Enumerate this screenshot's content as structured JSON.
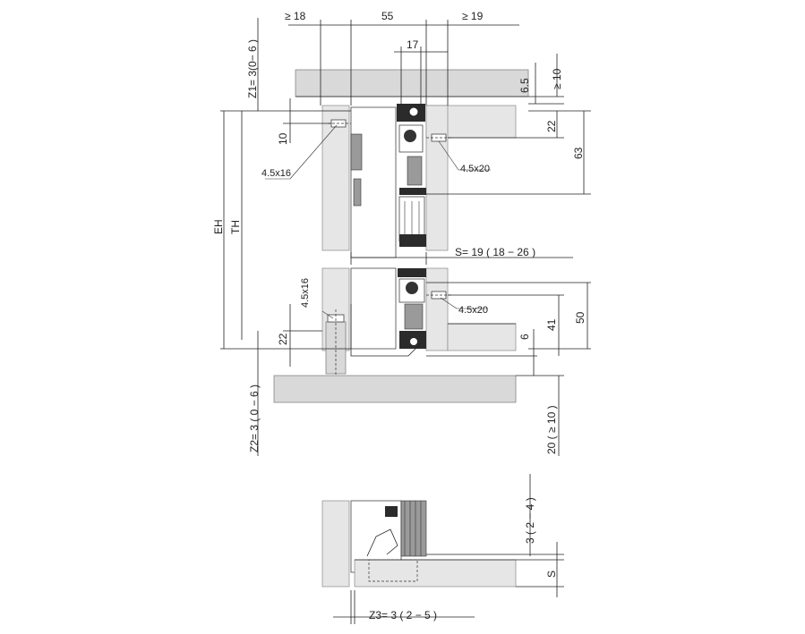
{
  "labels": {
    "top_left_gap": "≥ 18",
    "top_width": "55",
    "top_right_gap": "≥ 19",
    "rail_width": "17",
    "top_6_5": "6.5",
    "top_min_10": "≥ 10",
    "z1": "Z1= 3(0− 6 )",
    "dim_10": "10",
    "dim_22_top": "22",
    "dim_63": "63",
    "screw_top_left": "4.5x16",
    "screw_top_right": "4.5x20",
    "eh": "EH",
    "th": "TH",
    "s_range": "S= 19 ( 18 − 26 )",
    "screw_bottom_left": "4.5x16",
    "screw_bottom_right": "4.5x20",
    "dim_22_bottom": "22",
    "dim_6": "6",
    "dim_41": "41",
    "dim_50": "50",
    "z2": "Z2= 3 ( 0 − 6 )",
    "dim_20": "20 ( ≥ 10 )",
    "dim_3_2_4": "3 ( 2 − 4 )",
    "dim_s": "S",
    "z3": "Z3= 3  ( 2 − 5 )"
  }
}
